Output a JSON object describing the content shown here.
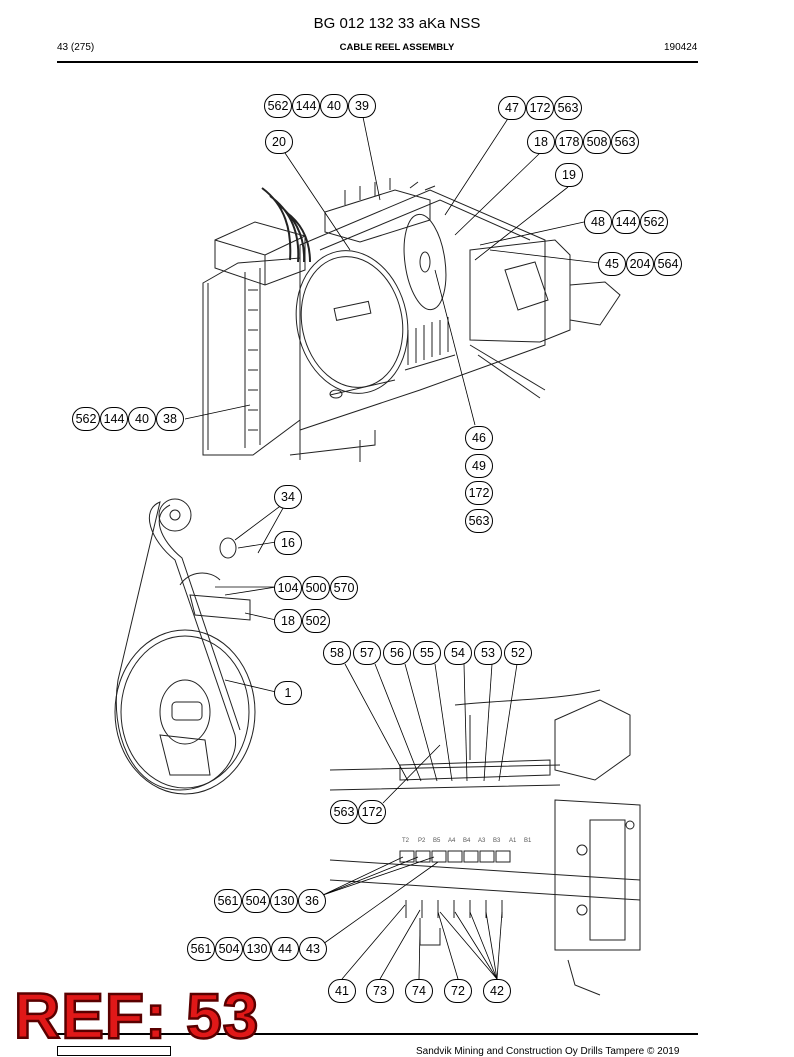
{
  "header": {
    "title": "BG 012 132 33 aKa NSS",
    "page": "43 (275)",
    "section": "CABLE REEL ASSEMBLY",
    "date": "190424"
  },
  "footer": {
    "copyright": "Sandvik Mining and Construction Oy Drills Tampere © 2019"
  },
  "watermark": "REF: 53",
  "callouts": [
    "562",
    "144",
    "40",
    "39",
    "47",
    "172",
    "563",
    "20",
    "18",
    "178",
    "508",
    "563",
    "19",
    "48",
    "144",
    "562",
    "45",
    "204",
    "564",
    "562",
    "144",
    "40",
    "38",
    "46",
    "49",
    "172",
    "563",
    "34",
    "16",
    "104",
    "500",
    "570",
    "18",
    "502",
    "58",
    "57",
    "56",
    "55",
    "54",
    "53",
    "52",
    "1",
    "563",
    "172",
    "561",
    "504",
    "130",
    "36",
    "561",
    "504",
    "130",
    "44",
    "43",
    "41",
    "73",
    "74",
    "72",
    "42"
  ],
  "block_labels": [
    "T2",
    "P2",
    "B5",
    "A4",
    "B4",
    "A3",
    "B3",
    "A1",
    "B1"
  ]
}
